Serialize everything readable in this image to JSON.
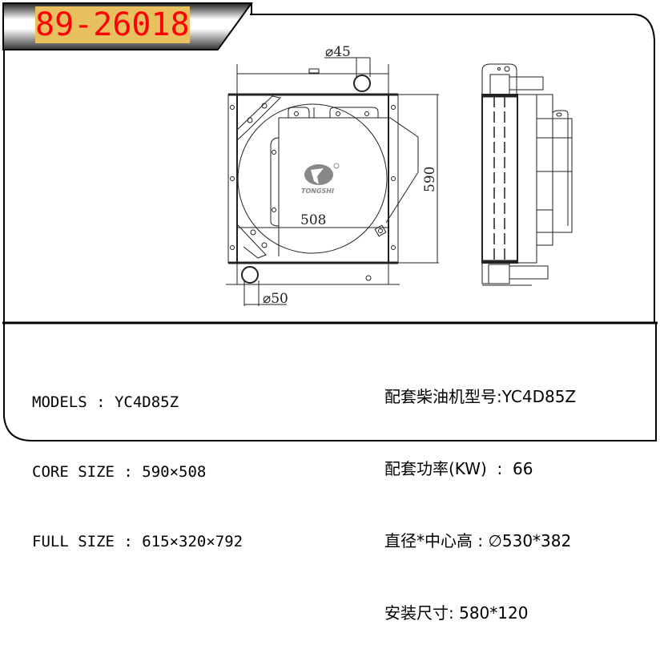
{
  "header": {
    "part_number": "89-26018",
    "part_number_color": "#ff0000"
  },
  "drawing": {
    "front_view": {
      "inlet_diameter_label": "⌀45",
      "outlet_diameter_label": "⌀50",
      "core_width_label": "508",
      "core_height_label": "590",
      "logo_text": "TONGSHI"
    },
    "side_view": {}
  },
  "specs_left": {
    "models": {
      "label": "MODELS",
      "value": "YC4D85Z"
    },
    "core_size": {
      "label": "CORE SIZE",
      "value": "590×508"
    },
    "full_size": {
      "label": "FULL SIZE",
      "value": "615×320×792"
    }
  },
  "specs_right": {
    "engine_model": {
      "label": "配套柴油机型号",
      "value": "YC4D85Z"
    },
    "power": {
      "label": "配套功率(KW)",
      "value": "66"
    },
    "diameter_center_height": {
      "label": "直径*中心高",
      "value": "∅530*382"
    },
    "mount_size": {
      "label": "安装尺寸",
      "value": "580*120"
    }
  }
}
